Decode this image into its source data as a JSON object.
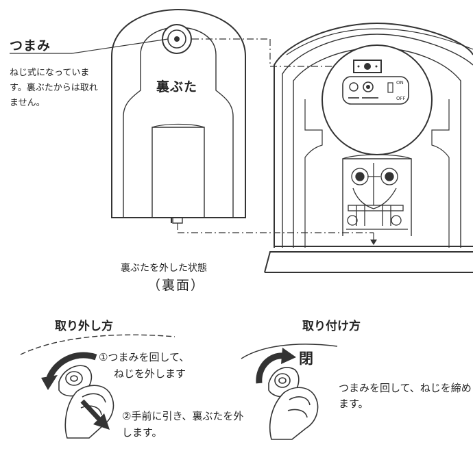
{
  "back_cover_figure": {
    "knob_label": "つまみ",
    "knob_note": "ねじ式になっています。裏ぶたからは取れません。",
    "cover_label": "裏ぶた",
    "switch_on": "ON",
    "switch_off": "OFF",
    "caption_line1": "裏ぶたを外した状態",
    "caption_line2": "（裏面）"
  },
  "remove_section": {
    "title": "取り外し方",
    "step1_line1": "①つまみを回して、",
    "step1_line2": "ねじを外します",
    "step2": "②手前に引き、裏ぶたを外します。"
  },
  "attach_section": {
    "title": "取り付け方",
    "close_mark": "閉",
    "note": "つまみを回して、ねじを締めます。"
  }
}
